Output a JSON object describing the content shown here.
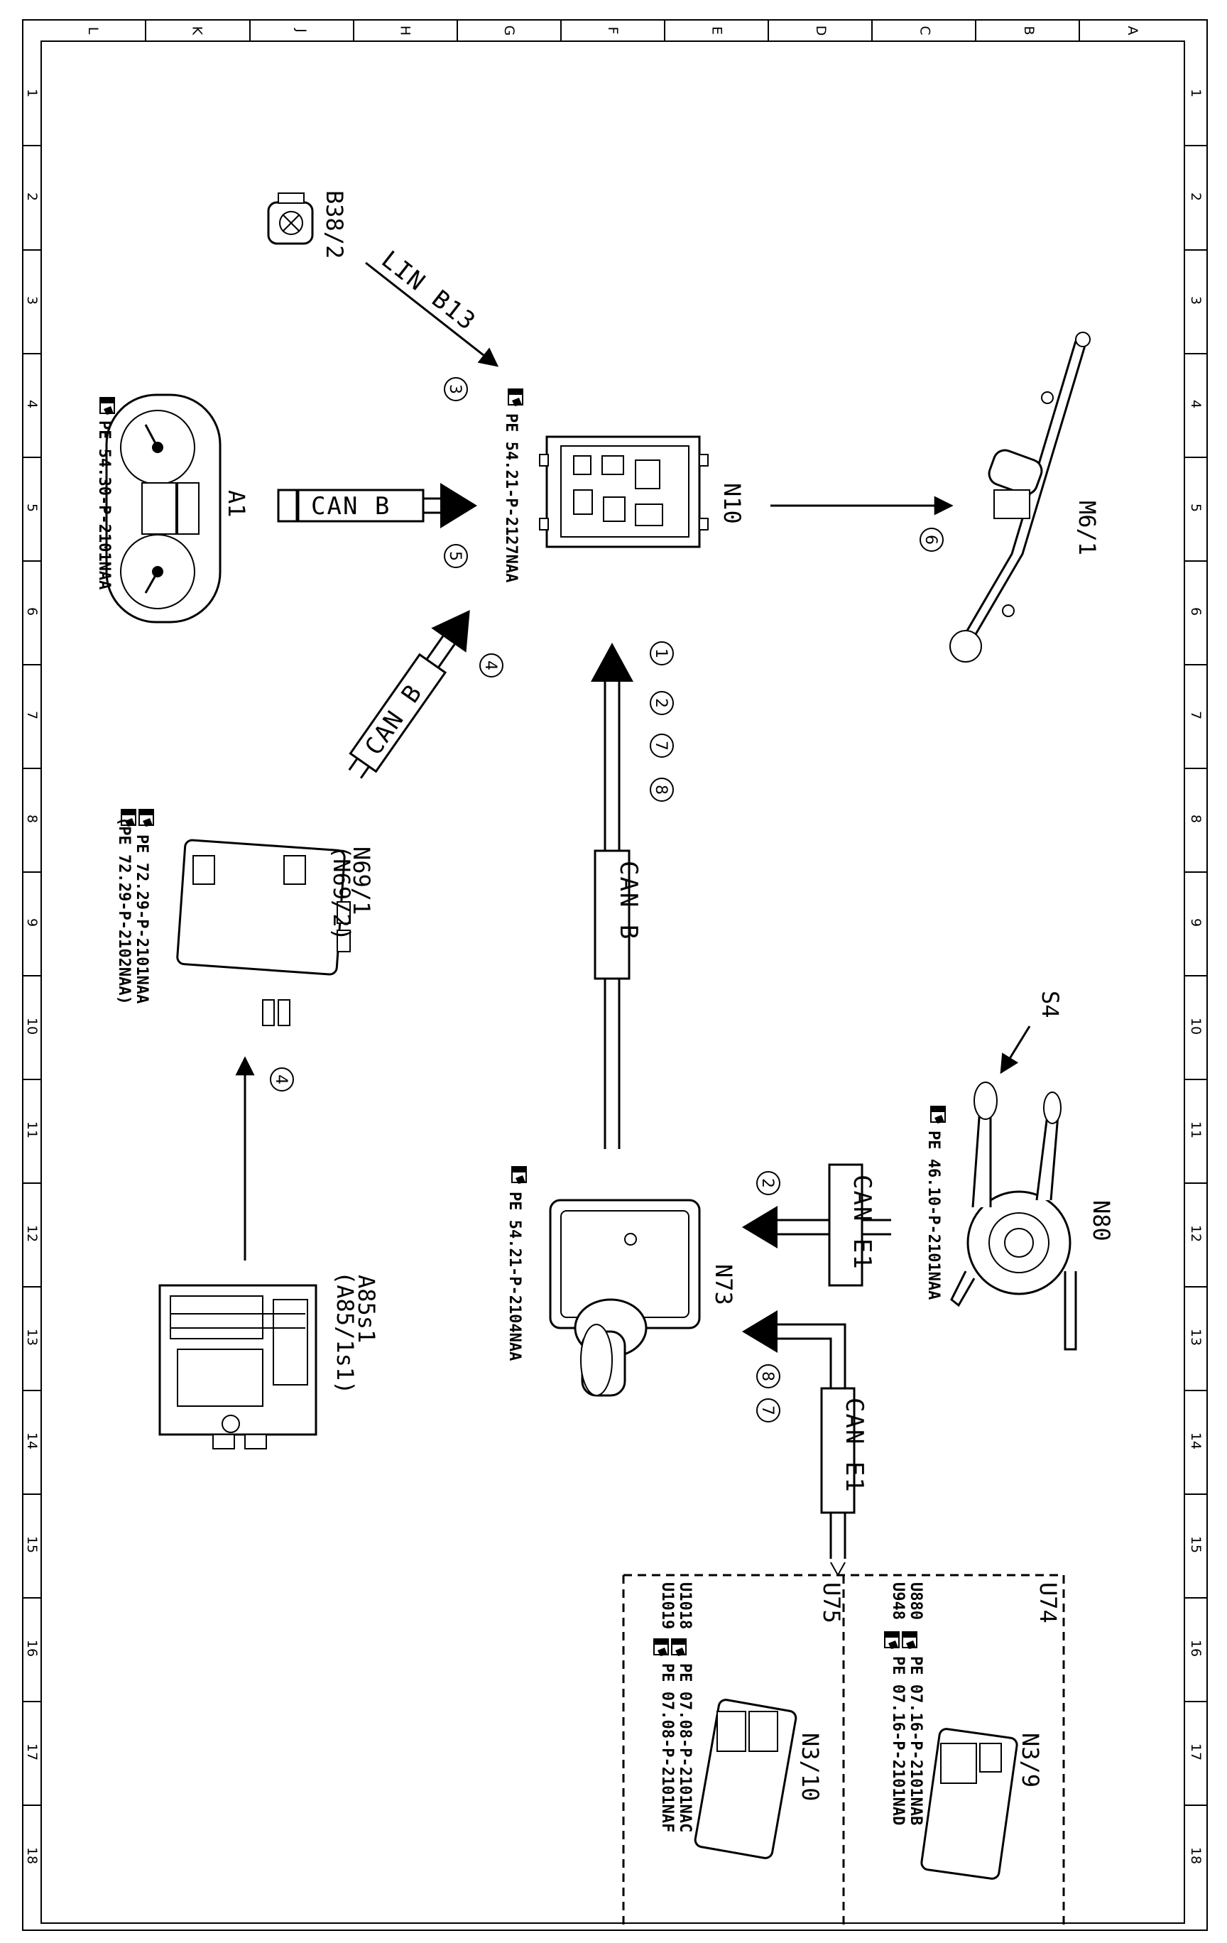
{
  "grid": {
    "letters": [
      "L",
      "K",
      "J",
      "H",
      "G",
      "F",
      "E",
      "D",
      "C",
      "B",
      "A"
    ],
    "numbers": [
      "1",
      "2",
      "3",
      "4",
      "5",
      "6",
      "7",
      "8",
      "9",
      "10",
      "11",
      "12",
      "13",
      "14",
      "15",
      "16",
      "17",
      "18"
    ]
  },
  "components": {
    "B38_2": {
      "label": "B38/2"
    },
    "A1": {
      "label": "A1",
      "ref": "PE 54.30-P-2101NAA"
    },
    "N10": {
      "label": "N10",
      "ref": "PE 54.21-P-2127NAA"
    },
    "M6_1": {
      "label": "M6/1"
    },
    "N69_1": {
      "label": "N69/1",
      "label2": "(N69/2)",
      "ref1": "PE 72.29-P-2101NAA",
      "ref2": "(PE 72.29-P-2102NAA)"
    },
    "A85s1": {
      "label": "A85s1",
      "label2": "(A85/1s1)"
    },
    "N73": {
      "label": "N73",
      "ref": "PE 54.21-P-2104NAA"
    },
    "N80": {
      "label": "N80",
      "ref": "PE 46.10-P-2101NAA"
    },
    "S4": {
      "label": "S4"
    },
    "U74": {
      "label": "U74",
      "sub": "N3/9",
      "codes": [
        "U880",
        "U948"
      ],
      "refs": [
        "PE 07.16-P-2101NAB",
        "PE 07.16-P-2101NAD"
      ]
    },
    "U75": {
      "label": "U75",
      "sub": "N3/10",
      "codes": [
        "U1018",
        "U1019"
      ],
      "refs": [
        "PE 07.08-P-2101NAC",
        "PE 07.08-P-2101NAF"
      ]
    }
  },
  "buses": {
    "lin_b13": "LIN B13",
    "can_b_a1": "CAN B",
    "can_b_n69": "CAN B",
    "can_b_n73": "CAN B",
    "can_e1_n80": "CAN E1",
    "can_e1_ecu": "CAN E1"
  },
  "markers": {
    "m3": "3",
    "m5": "5",
    "m4a": "4",
    "m4b": "4",
    "m6": "6",
    "m1": "1",
    "m2a": "2",
    "m7a": "7",
    "m8a": "8",
    "m2b": "2",
    "m8b": "8",
    "m7b": "7"
  },
  "colors": {
    "ink": "#000000",
    "paper": "#ffffff"
  },
  "icons": {
    "ref_icon": "pointing-hand-book-icon"
  }
}
